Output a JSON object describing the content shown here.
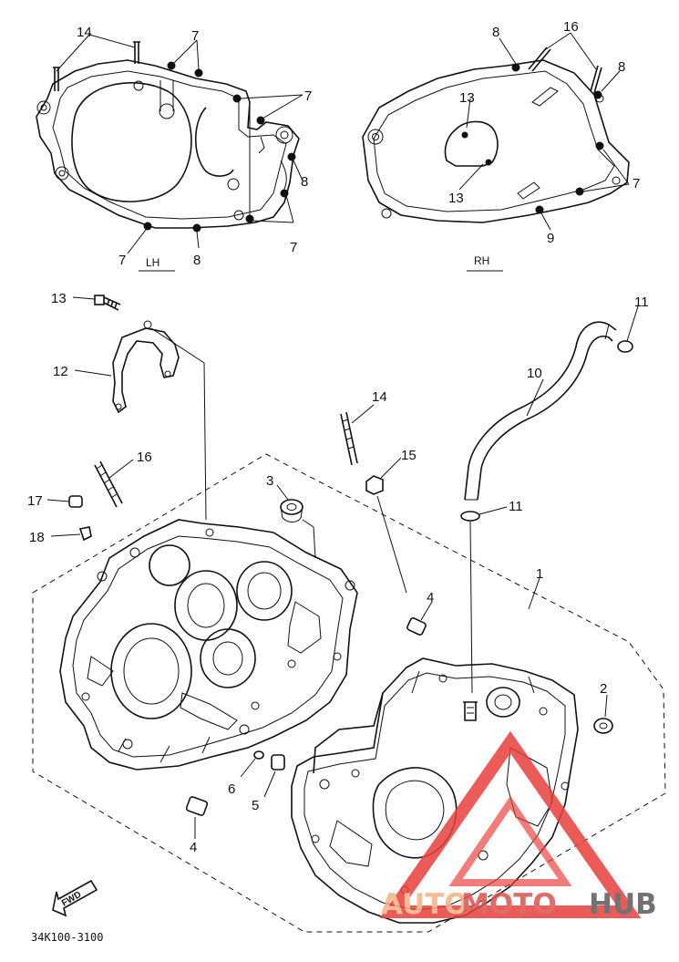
{
  "diagram": {
    "callouts": {
      "c1": "1",
      "c2": "2",
      "c3": "3",
      "c4a": "4",
      "c4b": "4",
      "c5": "5",
      "c6": "6",
      "c7_lh_top": "7",
      "c7_lh_right": "7",
      "c7_lh_bottom": "7",
      "c7_lh_left": "7",
      "c8_lh_right": "8",
      "c8_lh_bottom": "8",
      "c13_rh_top": "13",
      "c13_rh_bottom": "13",
      "c14_lh": "14",
      "c16_rh": "16",
      "c8_rh_left": "8",
      "c8_rh_right": "8",
      "c7_rh": "7",
      "c9_rh": "9",
      "c10": "10",
      "c11_top": "11",
      "c11_mid": "11",
      "c12": "12",
      "c13": "13",
      "c14": "14",
      "c15": "15",
      "c16": "16",
      "c17": "17",
      "c18": "18"
    },
    "lh_label": "LH",
    "rh_label": "RH",
    "fwd_label": "FWD",
    "part_code": "34K100-3100"
  },
  "watermark": {
    "text_auto": "AUTO",
    "text_moto": "MOTO",
    "text_hub": "HUB",
    "color_auto": "#f4b183",
    "color_moto": "#d9534f",
    "color_hub": "#5a5a5a",
    "triangle_color": "#e8403c"
  }
}
